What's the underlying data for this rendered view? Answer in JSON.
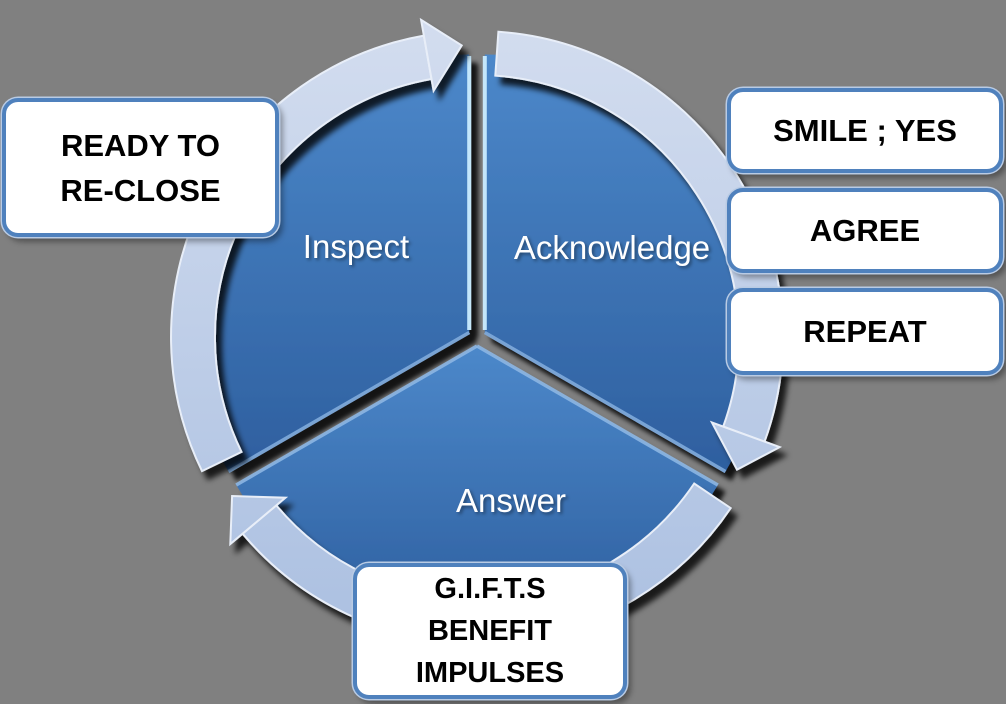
{
  "cycle": {
    "direction": "clockwise",
    "segments": [
      {
        "label": "Inspect"
      },
      {
        "label": "Acknowledge"
      },
      {
        "label": "Answer"
      }
    ]
  },
  "callouts": {
    "left": {
      "lines": [
        "READY TO",
        "RE-CLOSE"
      ]
    },
    "right": [
      {
        "label": "SMILE ; YES"
      },
      {
        "label": "AGREE"
      },
      {
        "label": "REPEAT"
      }
    ],
    "bottom": {
      "lines": [
        "G.I.F.T.S",
        "BENEFIT",
        "IMPULSES"
      ]
    }
  },
  "colors": {
    "background": "#808080",
    "wedge_light": "#4c88ca",
    "wedge_dark": "#2e5f9f",
    "band_light": "#d3ddef",
    "band_dark": "#aec2e2",
    "box_border": "#4f81bd",
    "box_fill": "#ffffff",
    "box_text": "#000000",
    "label_text": "#ffffff"
  }
}
